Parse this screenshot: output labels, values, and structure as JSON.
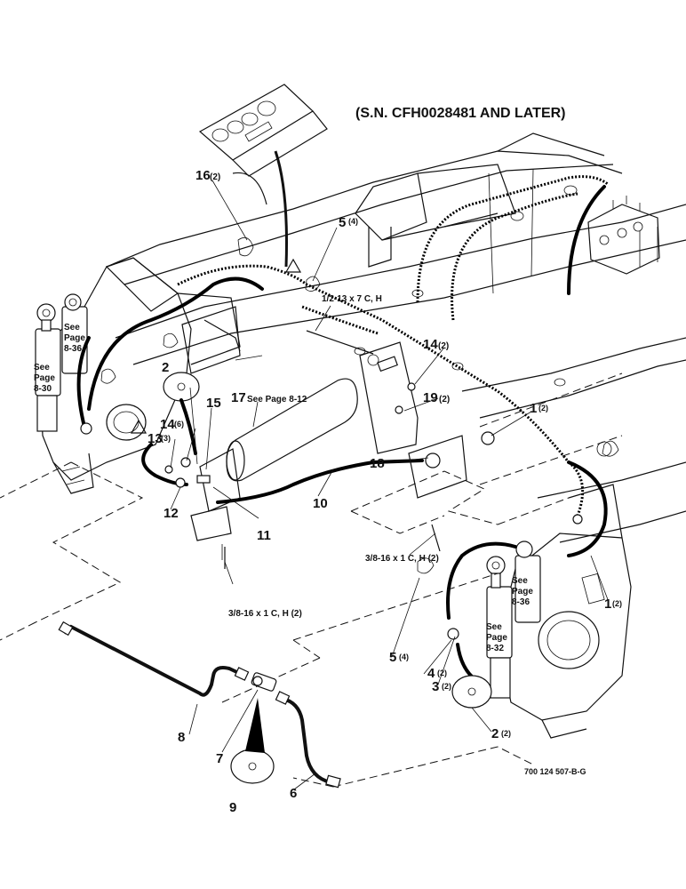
{
  "title": "(S.N. CFH0028481 AND LATER)",
  "drawing_number": "700 124 507-B-G",
  "callouts": {
    "c1a": {
      "num": "1",
      "qty": "(2)"
    },
    "c1b": {
      "num": "1",
      "qty": "(2)"
    },
    "c2a": {
      "num": "2",
      "qty": ""
    },
    "c2b": {
      "num": "2",
      "qty": "(2)"
    },
    "c3": {
      "num": "3",
      "qty": "(2)"
    },
    "c4": {
      "num": "4",
      "qty": "(2)"
    },
    "c5a": {
      "num": "5",
      "qty": "(4)"
    },
    "c5b": {
      "num": "5",
      "qty": "(4)"
    },
    "c6": {
      "num": "6",
      "qty": ""
    },
    "c7": {
      "num": "7",
      "qty": ""
    },
    "c8": {
      "num": "8",
      "qty": ""
    },
    "c9": {
      "num": "9",
      "qty": ""
    },
    "c10": {
      "num": "10",
      "qty": ""
    },
    "c11": {
      "num": "11",
      "qty": ""
    },
    "c12": {
      "num": "12",
      "qty": ""
    },
    "c13": {
      "num": "13",
      "qty": "(3)"
    },
    "c14a": {
      "num": "14",
      "qty": "(6)"
    },
    "c14b": {
      "num": "14",
      "qty": "(2)"
    },
    "c15": {
      "num": "15",
      "qty": ""
    },
    "c16": {
      "num": "16",
      "qty": "(2)"
    },
    "c17": {
      "num": "17",
      "qty": "See Page 8-12"
    },
    "c18": {
      "num": "18",
      "qty": ""
    },
    "c19": {
      "num": "19",
      "qty": "(2)"
    }
  },
  "notes": {
    "bolt_top": "1/2-13 x 7 C, H",
    "bolt_right": "3/8-16 x 1 C, H  (2)",
    "bolt_bottom": "3/8-16 x 1 C, H  (2)"
  },
  "see_page": {
    "sp1": [
      "See",
      "Page",
      "8-36"
    ],
    "sp2": [
      "See",
      "Page",
      "8-30"
    ],
    "sp3": [
      "See",
      "Page",
      "8-36"
    ],
    "sp4": [
      "See",
      "Page",
      "8-32"
    ]
  }
}
